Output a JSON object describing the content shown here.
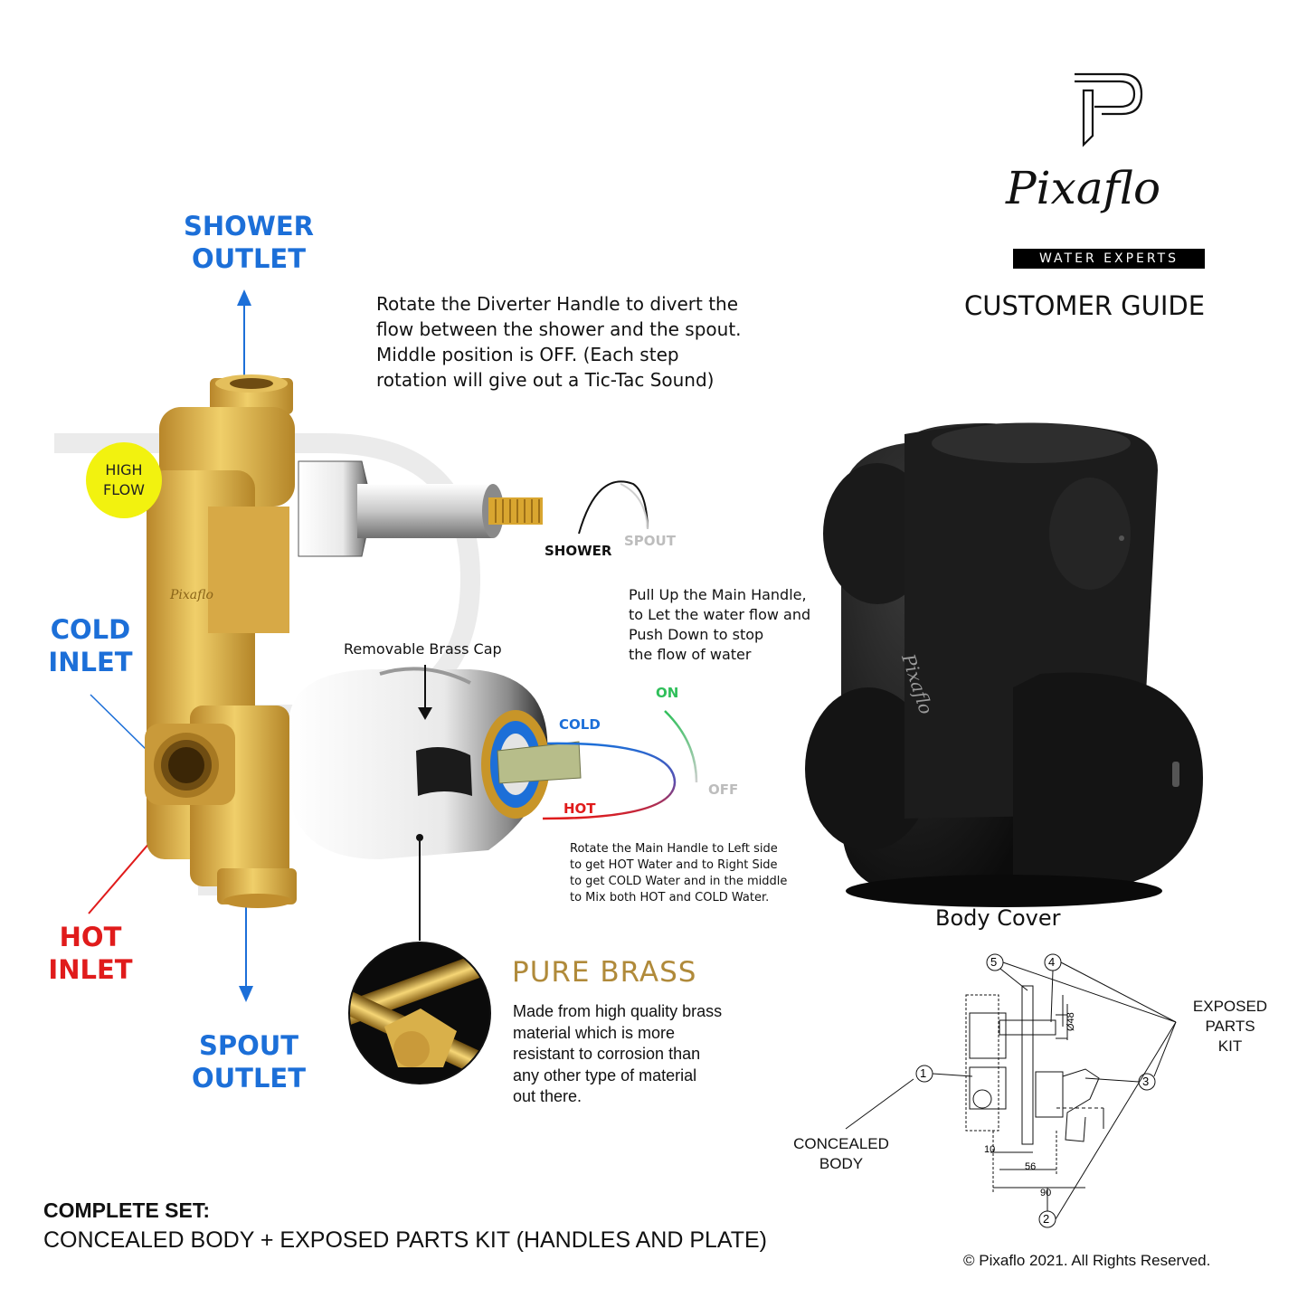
{
  "brand": {
    "name": "Pixaflo",
    "tagline": "WATER EXPERTS",
    "guide_title": "CUSTOMER GUIDE",
    "body_engraving": "Pixaflo",
    "cover_engraving": "Pixaflo"
  },
  "labels": {
    "shower_outlet": [
      "SHOWER",
      "OUTLET"
    ],
    "cold_inlet": [
      "COLD",
      "INLET"
    ],
    "hot_inlet": [
      "HOT",
      "INLET"
    ],
    "spout_outlet": [
      "SPOUT",
      "OUTLET"
    ],
    "high_flow": [
      "HIGH",
      "FLOW"
    ]
  },
  "diverter": {
    "instructions": [
      "Rotate the Diverter Handle to divert the",
      "flow between the shower and the spout.",
      "Middle position is OFF. (Each step",
      "rotation will give out a Tic-Tac Sound)"
    ],
    "shower_label": "SHOWER",
    "spout_label": "SPOUT"
  },
  "main_handle": {
    "pull_instructions": [
      "Pull Up the Main Handle,",
      "to Let the water flow and",
      "Push Down to stop",
      "the flow of water"
    ],
    "on_label": "ON",
    "off_label": "OFF",
    "cold_label": "COLD",
    "hot_label": "HOT",
    "rotate_instructions": [
      "Rotate the Main Handle to Left side",
      "to get HOT Water and to Right Side",
      "to get COLD Water and in the middle",
      "to Mix both HOT and COLD Water."
    ]
  },
  "brass_cap_label": "Removable Brass Cap",
  "pure_brass": {
    "title": "PURE BRASS",
    "description": [
      "Made from high quality brass",
      "material which is more",
      "resistant to corrosion than",
      "any other type of material",
      "out there."
    ]
  },
  "body_cover_label": "Body Cover",
  "technical_drawing": {
    "callouts": [
      "1",
      "2",
      "3",
      "4",
      "5"
    ],
    "exposed_parts_kit": [
      "EXPOSED",
      "PARTS",
      "KIT"
    ],
    "concealed_body": [
      "CONCEALED",
      "BODY"
    ],
    "dimensions": {
      "diameter": "Ø48",
      "d10": "10",
      "d56": "56",
      "d90": "90"
    }
  },
  "complete_set": {
    "title": "COMPLETE SET:",
    "description": "CONCEALED BODY + EXPOSED PARTS KIT (HANDLES AND PLATE)"
  },
  "copyright": "© Pixaflo 2021. All Rights Reserved.",
  "colors": {
    "outlet_blue": "#1c6fd8",
    "inlet_red": "#e01b1b",
    "high_flow_yellow": "#f2f20f",
    "brass_gold": "#b08a3a",
    "on_green": "#2fbf5a"
  }
}
